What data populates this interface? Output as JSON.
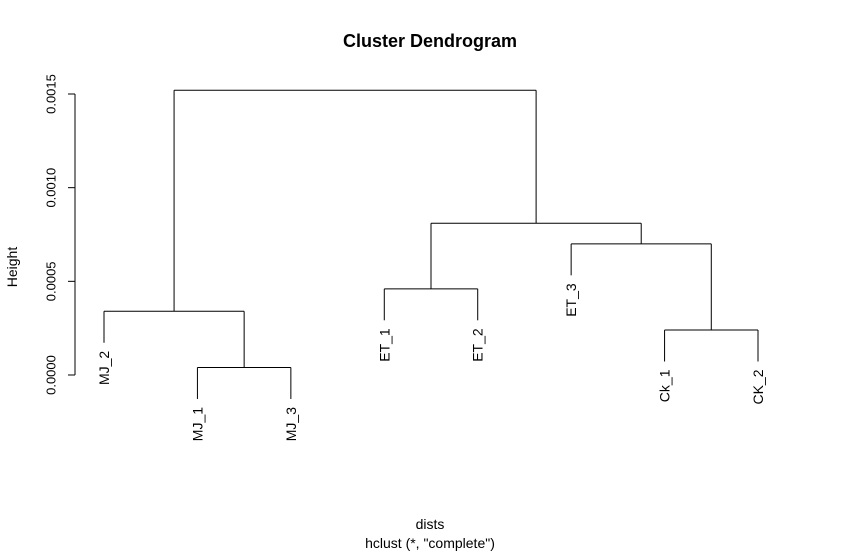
{
  "chart_data": {
    "type": "dendrogram",
    "title": "Cluster Dendrogram",
    "xlabel": "dists",
    "sublabel": "hclust (*, \"complete\")",
    "ylabel": "Height",
    "ylim": [
      0,
      0.0015
    ],
    "yticks": [
      {
        "value": 0,
        "label": "0.0000"
      },
      {
        "value": 0.0005,
        "label": "0.0005"
      },
      {
        "value": 0.001,
        "label": "0.0010"
      },
      {
        "value": 0.0015,
        "label": "0.0015"
      }
    ],
    "leaves": [
      "MJ_2",
      "MJ_1",
      "MJ_3",
      "ET_1",
      "ET_2",
      "ET_3",
      "Ck_1",
      "CK_2"
    ],
    "merges": [
      {
        "left": "MJ_1",
        "right": "MJ_3",
        "height": 4e-05
      },
      {
        "left": "Ck_1",
        "right": "CK_2",
        "height": 0.00024
      },
      {
        "left": "MJ_2",
        "right": "m1",
        "height": 0.00034
      },
      {
        "left": "ET_1",
        "right": "ET_2",
        "height": 0.00046
      },
      {
        "left": "ET_3",
        "right": "m2",
        "height": 0.0007
      },
      {
        "left": "m4",
        "right": "m5",
        "height": 0.00081
      },
      {
        "left": "m3",
        "right": "m6",
        "height": 0.00152
      }
    ],
    "grid": false,
    "legend": "none"
  }
}
